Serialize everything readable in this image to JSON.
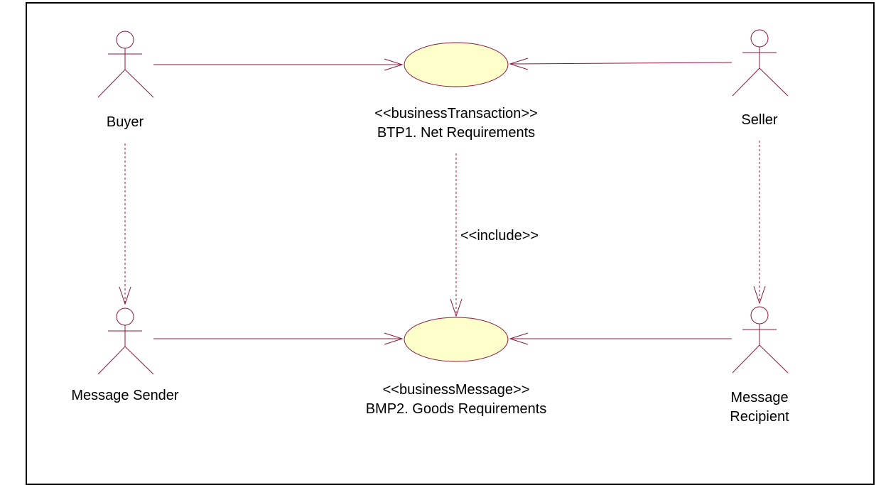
{
  "diagram": {
    "actors": {
      "buyer": "Buyer",
      "seller": "Seller",
      "message_sender": "Message Sender",
      "message_recipient_line1": "Message",
      "message_recipient_line2": "Recipient"
    },
    "use_cases": {
      "transaction_stereotype": "<<businessTransaction>>",
      "transaction_name": "BTP1. Net Requirements",
      "message_stereotype": "<<businessMessage>>",
      "message_name": "BMP2. Goods Requirements"
    },
    "relationships": {
      "include_label": "<<include>>"
    },
    "colors": {
      "line": "#8b1a3c",
      "use_case_fill": "#ffffcc",
      "border": "#000000"
    }
  }
}
